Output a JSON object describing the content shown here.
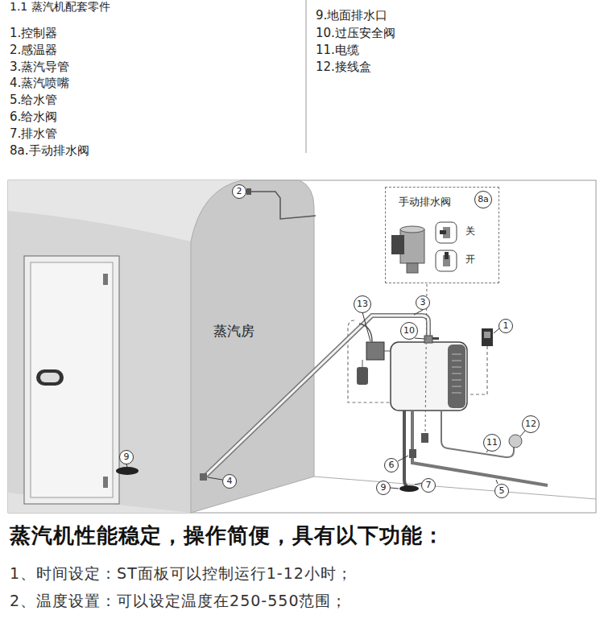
{
  "diagram": {
    "nodes": [
      {
        "text": [
          "手动排水阀"
        ]
      },
      {
        "text": [
          "8a"
        ],
        "in": 0
      },
      {
        "text": [
          "2"
        ]
      },
      {
        "text": [
          "3"
        ]
      },
      {
        "text": [
          "13"
        ]
      },
      {
        "text": [
          "1"
        ]
      },
      {
        "text": [
          "10"
        ]
      },
      {
        "text": [
          "12"
        ]
      },
      {
        "text": [
          "11"
        ]
      },
      {
        "text": [
          "9"
        ]
      },
      {
        "text": [
          "6"
        ]
      },
      {
        "text": [
          "4"
        ]
      },
      {
        "text": [
          "5"
        ]
      },
      {
        "text": [
          "7"
        ]
      },
      {
        "text": [
          "9"
        ]
      }
    ],
    "labels": [
      "1.1 蒸汽机配套零件",
      "1.控制器",
      "2.感温器",
      "3.蒸汽导管",
      "4.蒸汽喷嘴",
      "5.给水管",
      "6.给水阀",
      "7.排水管",
      "8a.手动排水阀",
      "9.地面排水口",
      "10.过压安全阀",
      "11.电缆",
      "12.接线盒",
      "关",
      "开",
      "蒸汽房",
      "蒸汽机性能稳定，操作简便，具有以下功能：",
      "1、时间设定：ST面板可以控制运行1-12小时；",
      "2、温度设置：可以设定温度在250-550范围；"
    ]
  }
}
